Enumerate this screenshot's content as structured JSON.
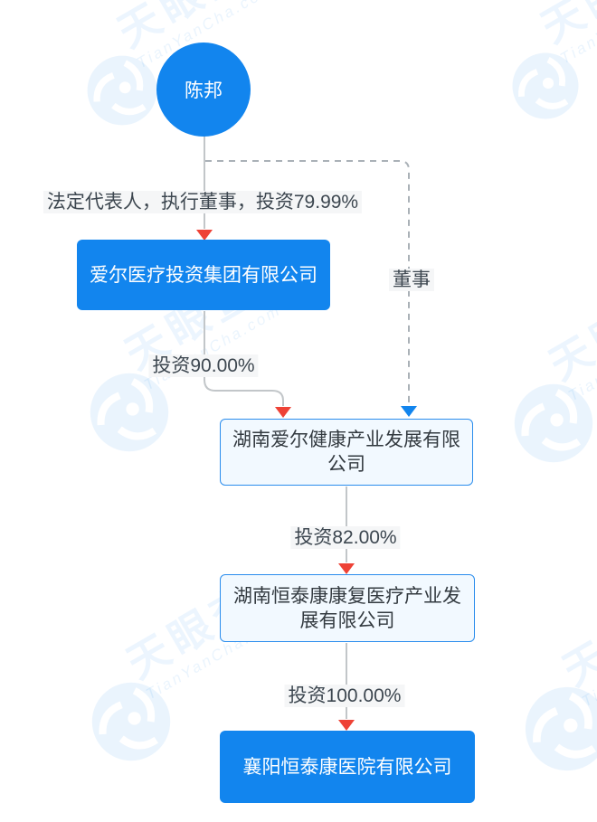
{
  "watermark": {
    "brand": "天眼查",
    "domain": "TianYanCha.com"
  },
  "colors": {
    "brand_blue": "#1285ee",
    "red_arrow": "#ee4236",
    "blue_arrow": "#1285ee",
    "solid_line": "#c2c6c9",
    "dashed_line": "#aab1b7",
    "label_text": "#3d4750",
    "light_box_bg": "#f2f9ff",
    "light_box_border": "#2b8ded"
  },
  "nodes": {
    "person": {
      "label": "陈邦"
    },
    "company1": {
      "label": "爱尔医疗投资集团有限公司"
    },
    "company2": {
      "label": "湖南爱尔健康产业发展有限公司"
    },
    "company3": {
      "label": "湖南恒泰康康复医疗产业发展有限公司"
    },
    "company4": {
      "label": "襄阳恒泰康医院有限公司"
    }
  },
  "edges": {
    "person_to_company1": {
      "label": "法定代表人，执行董事，投资79.99%"
    },
    "person_to_company2": {
      "label": "董事"
    },
    "company1_to_company2": {
      "label": "投资90.00%"
    },
    "company2_to_company3": {
      "label": "投资82.00%"
    },
    "company3_to_company4": {
      "label": "投资100.00%"
    }
  }
}
